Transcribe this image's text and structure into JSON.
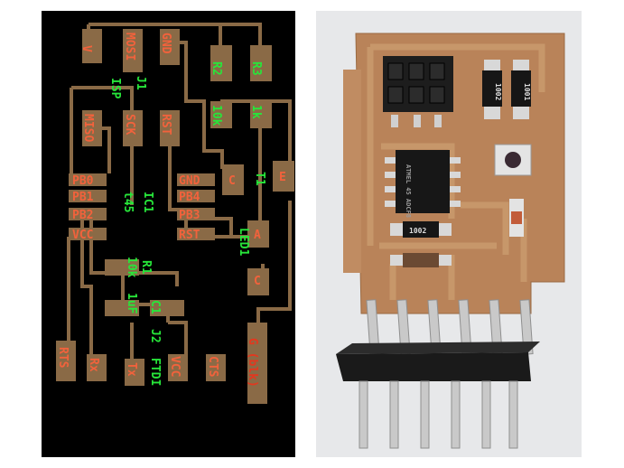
{
  "colors": {
    "background": "#000000",
    "trace": "#8a6a46",
    "pad_label": "#f2623c",
    "part_label": "#27e63a",
    "board": "#b98359",
    "header": "#222222",
    "pin": "#c9c9c9"
  },
  "layout_labels": {
    "v": "V",
    "mosi": "MOSI",
    "gnd_top": "GND",
    "r2": "R2",
    "r3": "R3",
    "j1": "J1",
    "isp": "ISP",
    "r2_value": "10k",
    "r3_value": "1k",
    "miso": "MISO",
    "sck": "SCK",
    "rst_top": "RST",
    "pb0": "PB0",
    "pb1": "PB1",
    "pb2": "PB2",
    "vcc_left": "VCC",
    "t45": "t45",
    "ic1": "IC1",
    "gnd_ic": "GND",
    "pb4": "PB4",
    "pb3": "PB3",
    "rst_ic": "RST",
    "c_pad": "C",
    "e_pad": "E",
    "t1": "T1",
    "a_pad": "A",
    "led1": "LED1",
    "c_led": "C",
    "r1": "R1",
    "c1": "C1",
    "r1_value": "10k",
    "c1_value": "1uF",
    "j2": "J2",
    "ftdi": "FTDI",
    "g_blk": "G (blk)",
    "rts": "RTS",
    "rx": "Rx",
    "tx": "Tx",
    "vcc_bottom": "VCC",
    "cts": "CTS"
  },
  "photo_labels": {
    "chip": "ATMEL\n45\nADCF8",
    "resistor_a": "1002",
    "resistor_b": "1001",
    "resistor_c": "1002"
  }
}
